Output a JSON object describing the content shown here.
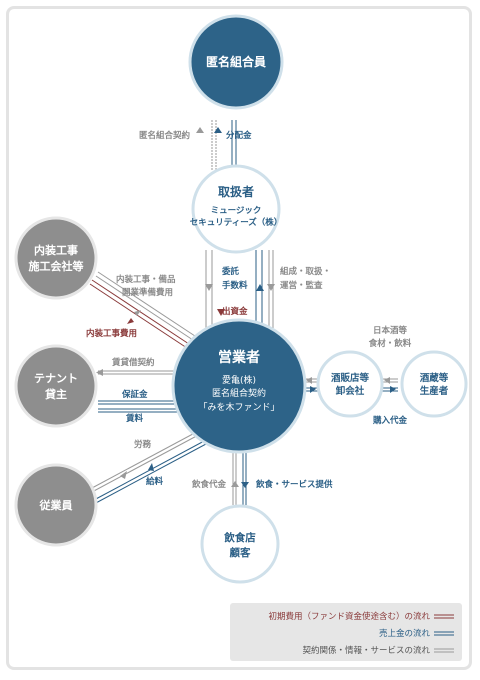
{
  "colors": {
    "dark_blue": "#2d6388",
    "gray_node": "#8e8e8e",
    "ring": "#cfe0ea",
    "blue_line": "#2b5f86",
    "red_line": "#8a3a3a",
    "gray_line": "#9a9a9a",
    "legend_bg": "#e6e6e6"
  },
  "nodes": {
    "investor": "匿名組合員",
    "handler": {
      "title": "取扱者",
      "sub1": "ミュージック",
      "sub2": "セキュリティーズ（株）"
    },
    "contractor": {
      "line1": "内装工事",
      "line2": "施工会社等"
    },
    "tenant": {
      "line1": "テナント",
      "line2": "貸主"
    },
    "employee": "従業員",
    "operator": {
      "title": "営業者",
      "sub1": "愛亀(株)",
      "sub2": "匿名組合契約",
      "sub3": "「みを木ファンド」"
    },
    "liquor_wholesaler": {
      "line1": "酒販店等",
      "line2": "卸会社"
    },
    "sake_producer": {
      "line1": "酒蔵等",
      "line2": "生産者"
    },
    "customer": {
      "line1": "飲食店",
      "line2": "顧客"
    }
  },
  "labels": {
    "investor_contract": "匿名組合契約",
    "distribution": "分配金",
    "consignment": "委託",
    "commission": "手数料",
    "organize_handle": "組成・取扱・",
    "operate_audit": "運営・監査",
    "capital": "出資金",
    "interior_equipment": "内装工事・備品",
    "opening_prep": "開業準備費用",
    "interior_cost": "内装工事費用",
    "lease_contract": "賃貸借契約",
    "deposit": "保証金",
    "rent": "賃料",
    "labor": "労務",
    "salary": "給料",
    "sake_etc": "日本酒等",
    "ingredients": "食材・飲料",
    "purchase": "購入代金",
    "food_fee": "飲食代金",
    "food_service": "飲食・サービス提供"
  },
  "legend": [
    {
      "text": "初期費用（ファンド資金使途含む）の流れ",
      "color": "#8a3a3a"
    },
    {
      "text": "売上金の流れ",
      "color": "#2b5f86"
    },
    {
      "text": "契約関係・情報・サービスの流れ",
      "color": "#555555"
    }
  ]
}
